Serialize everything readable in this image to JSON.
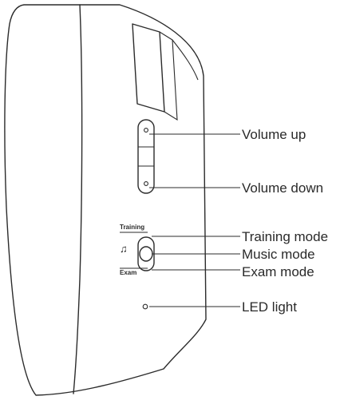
{
  "callouts": {
    "volume_up": "Volume up",
    "volume_down": "Volume down",
    "training_mode": "Training mode",
    "music_mode": "Music mode",
    "exam_mode": "Exam mode",
    "led_light": "LED light"
  },
  "switch_labels": {
    "training": "Training",
    "exam": "Exam"
  },
  "icons": {
    "music_note": "♫"
  },
  "colors": {
    "line": "#2b2b2b",
    "text": "#2a2a2a",
    "background": "#ffffff"
  }
}
